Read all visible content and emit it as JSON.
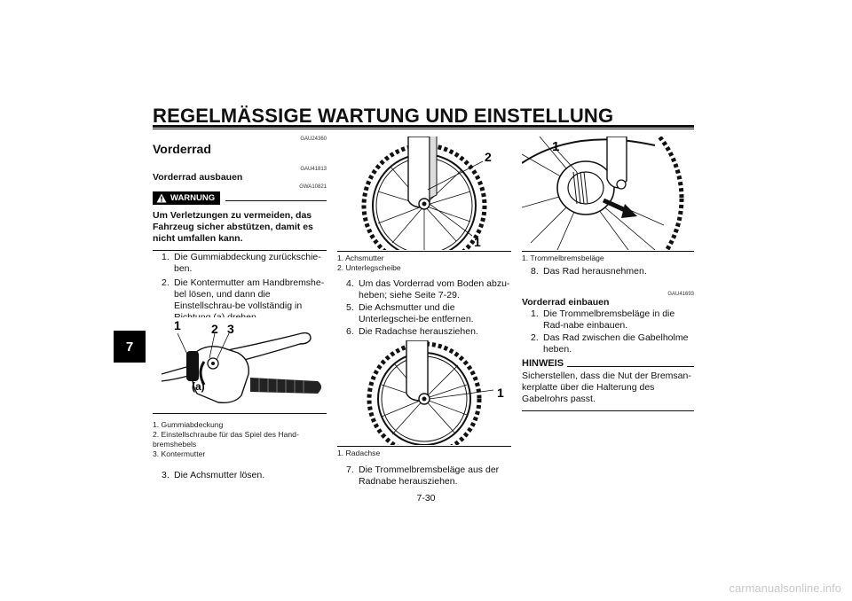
{
  "page": {
    "title": "REGELMÄSSIGE WARTUNG UND EINSTELLUNG",
    "chapter": "7",
    "page_number": "7-30",
    "watermark": "carmanualsonline.info"
  },
  "col1": {
    "code1": "GAU24360",
    "heading": "Vorderrad",
    "code2": "GAU41813",
    "subheading": "Vorderrad ausbauen",
    "code3": "GWA10821",
    "warning_label": "WARNUNG",
    "warning_text": "Um Verletzungen zu vermeiden, das Fahrzeug sicher abstützen, damit es nicht umfallen kann.",
    "steps": [
      {
        "n": "1.",
        "text": "Die Gummiabdeckung zurückschie-ben."
      },
      {
        "n": "2.",
        "text": "Die Kontermutter am Handbremshe-bel lösen, und dann die Einstellschrau-be vollständig in Richtung (a) drehen."
      }
    ],
    "figure_labels": [
      "1",
      "2",
      "3",
      "(a)"
    ],
    "captions": [
      "1.  Gummiabdeckung",
      "2.  Einstellschraube für das Spiel des Hand-bremshebels",
      "3.  Kontermutter"
    ],
    "step3": {
      "n": "3.",
      "text": "Die Achsmutter lösen."
    }
  },
  "col2": {
    "fig1_labels": [
      "2",
      "1"
    ],
    "fig1_captions": [
      "1.  Achsmutter",
      "2.  Unterlegscheibe"
    ],
    "steps": [
      {
        "n": "4.",
        "text": "Um das Vorderrad vom Boden abzu-heben; siehe Seite 7-29."
      },
      {
        "n": "5.",
        "text": "Die Achsmutter und die Unterlegschei-be entfernen."
      },
      {
        "n": "6.",
        "text": "Die Radachse herausziehen."
      }
    ],
    "fig2_labels": [
      "1"
    ],
    "fig2_captions": [
      "1.  Radachse"
    ],
    "step7": {
      "n": "7.",
      "text": "Die Trommelbremsbeläge aus der Radnabe herausziehen."
    }
  },
  "col3": {
    "fig_labels": [
      "1"
    ],
    "fig_captions": [
      "1.  Trommelbremsbeläge"
    ],
    "step8": {
      "n": "8.",
      "text": "Das Rad herausnehmen."
    },
    "code": "GAU41693",
    "subheading": "Vorderrad einbauen",
    "steps": [
      {
        "n": "1.",
        "text": "Die Trommelbremsbeläge in die Rad-nabe einbauen."
      },
      {
        "n": "2.",
        "text": "Das Rad zwischen die Gabelholme heben."
      }
    ],
    "note_label": "HINWEIS",
    "note_text": "Sicherstellen, dass die Nut der Bremsan-kerplatte über die Halterung des Gabelrohrs passt."
  }
}
